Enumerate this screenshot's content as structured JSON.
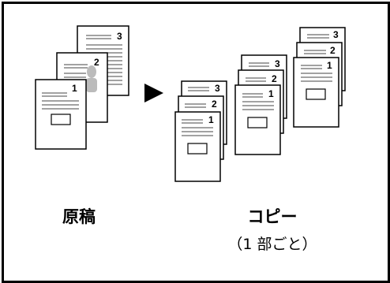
{
  "labels": {
    "original": "原稿",
    "copy": "コピー",
    "copy_sub": "（1 部ごと）"
  },
  "page_numbers": [
    "1",
    "2",
    "3"
  ],
  "icons": {
    "arrow": "right-triangle-arrow-icon"
  }
}
